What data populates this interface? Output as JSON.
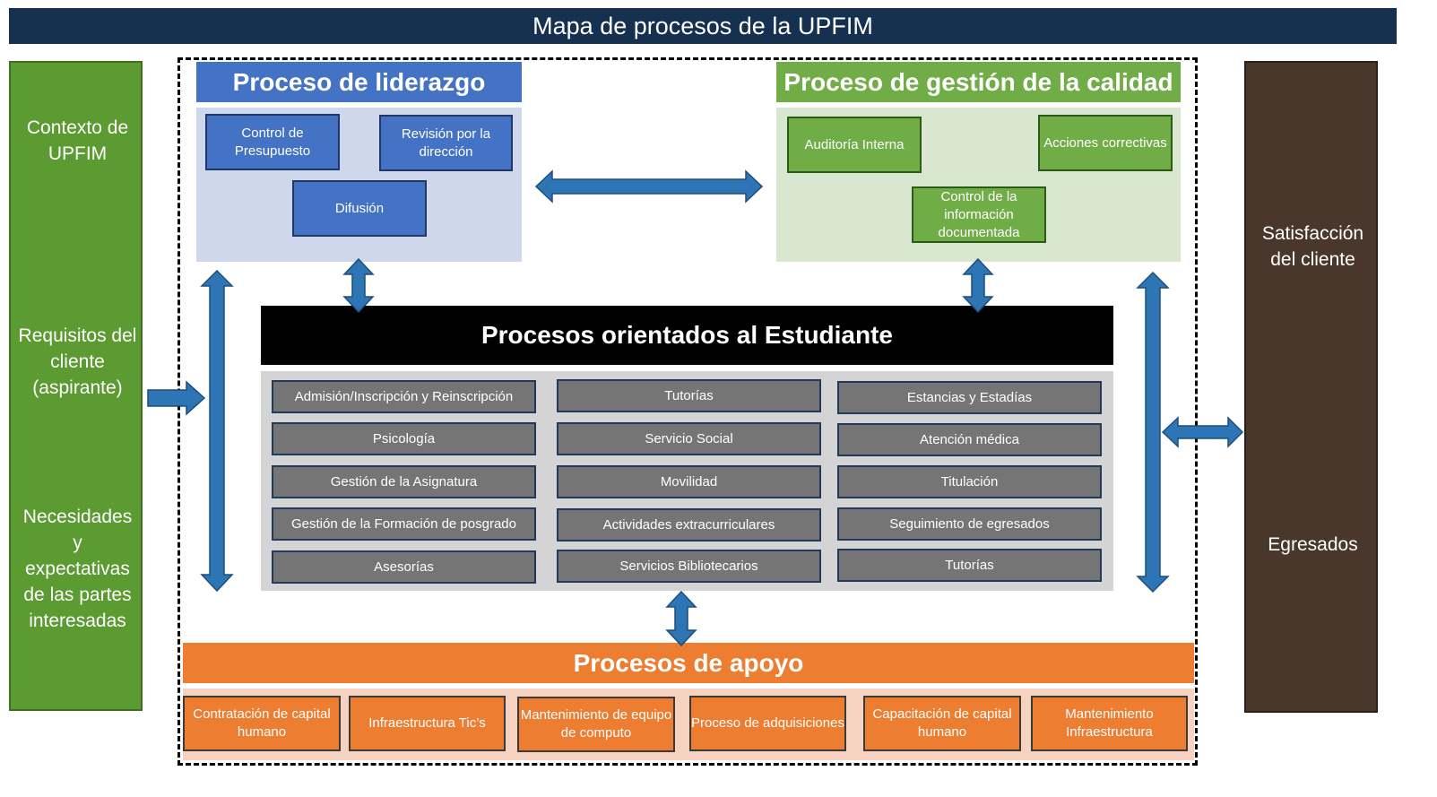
{
  "title": "Mapa de procesos de la UPFIM",
  "left_panel": {
    "items": [
      "Contexto de UPFIM",
      "Requisitos del cliente (aspirante)",
      "Necesidades y expectativas de las partes interesadas"
    ]
  },
  "right_panel": {
    "items": [
      "Satisfacción del cliente",
      "Egresados"
    ]
  },
  "leadership": {
    "title": "Proceso de liderazgo",
    "items": [
      "Control de Presupuesto",
      "Revisión por la dirección",
      "Difusión"
    ]
  },
  "quality": {
    "title": "Proceso de gestión de la calidad",
    "items": [
      "Auditoría Interna",
      "Acciones correctivas",
      "Control de la información documentada"
    ]
  },
  "student": {
    "title": "Procesos orientados al Estudiante",
    "columns": [
      [
        "Admisión/Inscripción y Reinscripción",
        "Psicología",
        "Gestión de la Asignatura",
        "Gestión de la Formación de posgrado",
        "Asesorías"
      ],
      [
        "Tutorías",
        "Servicio Social",
        "Movilidad",
        "Actividades extracurriculares",
        "Servicios Bibliotecarios"
      ],
      [
        "Estancias y Estadías",
        "Atención médica",
        "Titulación",
        "Seguimiento de egresados",
        "Tutorías"
      ]
    ]
  },
  "support": {
    "title": "Procesos de apoyo",
    "items": [
      "Contratación de capital humano",
      "Infraestructura Tic’s",
      "Mantenimiento de equipo de computo",
      "Proceso de adquisiciones",
      "Capacitación de capital humano",
      "Mantenimiento Infraestructura"
    ]
  },
  "colors": {
    "arrow": "#2e75b6",
    "arrow_stroke": "#1f4e79",
    "leadership": "#4472c4",
    "quality": "#70ad47",
    "support": "#ed7d31",
    "student_head": "#000000",
    "title_bar": "#16304f"
  }
}
